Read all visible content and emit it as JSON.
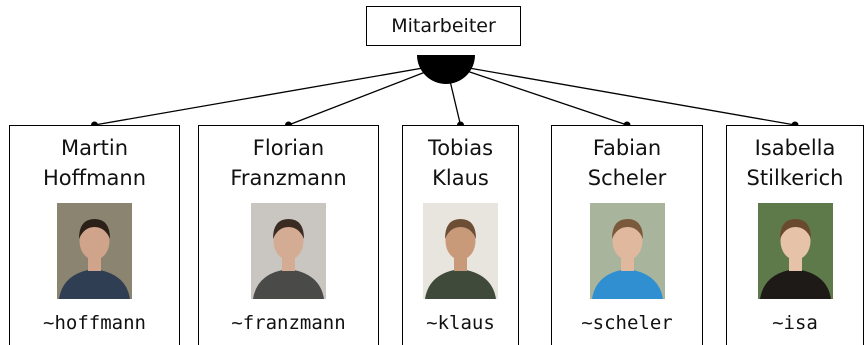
{
  "root": {
    "label": "Mitarbeiter"
  },
  "members": [
    {
      "first": "Martin",
      "last": "Hoffmann",
      "login": "~hoffmann",
      "photo": {
        "bg": "#8a8470",
        "shirt": "#2f3e52",
        "skin": "#d0a48a",
        "hair": "#2a2018"
      }
    },
    {
      "first": "Florian",
      "last": "Franzmann",
      "login": "~franzmann",
      "photo": {
        "bg": "#c9c6c2",
        "shirt": "#4a4a48",
        "skin": "#d4ab93",
        "hair": "#3a2c22"
      }
    },
    {
      "first": "Tobias",
      "last": "Klaus",
      "login": "~klaus",
      "photo": {
        "bg": "#e8e4de",
        "shirt": "#3f4a3a",
        "skin": "#c89a7a",
        "hair": "#6b4e34"
      }
    },
    {
      "first": "Fabian",
      "last": "Scheler",
      "login": "~scheler",
      "photo": {
        "bg": "#a9b49c",
        "shirt": "#2f8fd0",
        "skin": "#e0b89e",
        "hair": "#7a5a3a"
      }
    },
    {
      "first": "Isabella",
      "last": "Stilkerich",
      "login": "~isa",
      "photo": {
        "bg": "#5e7a4a",
        "shirt": "#1e1a18",
        "skin": "#e6c2a8",
        "hair": "#6a4a2e"
      }
    }
  ]
}
